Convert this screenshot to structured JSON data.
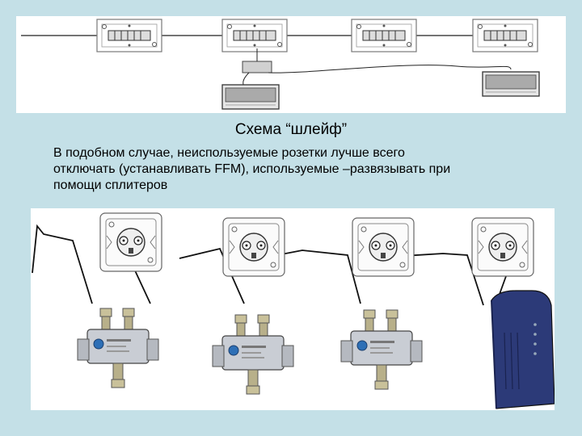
{
  "caption": "Схема “шлейф”",
  "note_lines": [
    "В подобном случае, неиспользуемые розетки лучше всего",
    "отключать (устанавливать FFM), используемые –развязывать при",
    "помощи сплитеров"
  ],
  "colors": {
    "slide_background": "#c4e0e7",
    "panel": "#ffffff",
    "modem": "#2c3a78",
    "splitter_body": "#c9cdd4"
  }
}
